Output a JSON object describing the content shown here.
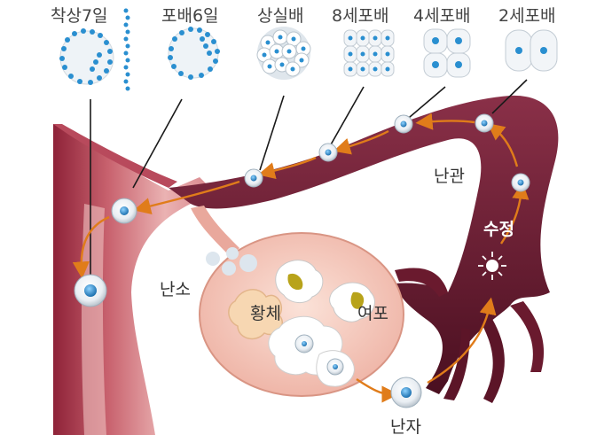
{
  "stage_labels": {
    "day7": "착상7일",
    "blast6": "포배6일",
    "morula": "상실배",
    "cell8": "8세포배",
    "cell4": "4세포배",
    "cell2": "2세포배"
  },
  "anatomy_labels": {
    "tube": "난관",
    "fertilization": "수정",
    "ovary": "난소",
    "corpus_luteum": "황체",
    "follicle": "여포",
    "egg": "난자"
  },
  "colors": {
    "tube": "#5c1528",
    "tube_light": "#8a3048",
    "uterus": "#e5a3a6",
    "uterus_dark": "#9a2b3f",
    "ovary": "#f2c2b6",
    "arrow": "#e07c1a",
    "cell_blue": "#2a8fd0"
  }
}
